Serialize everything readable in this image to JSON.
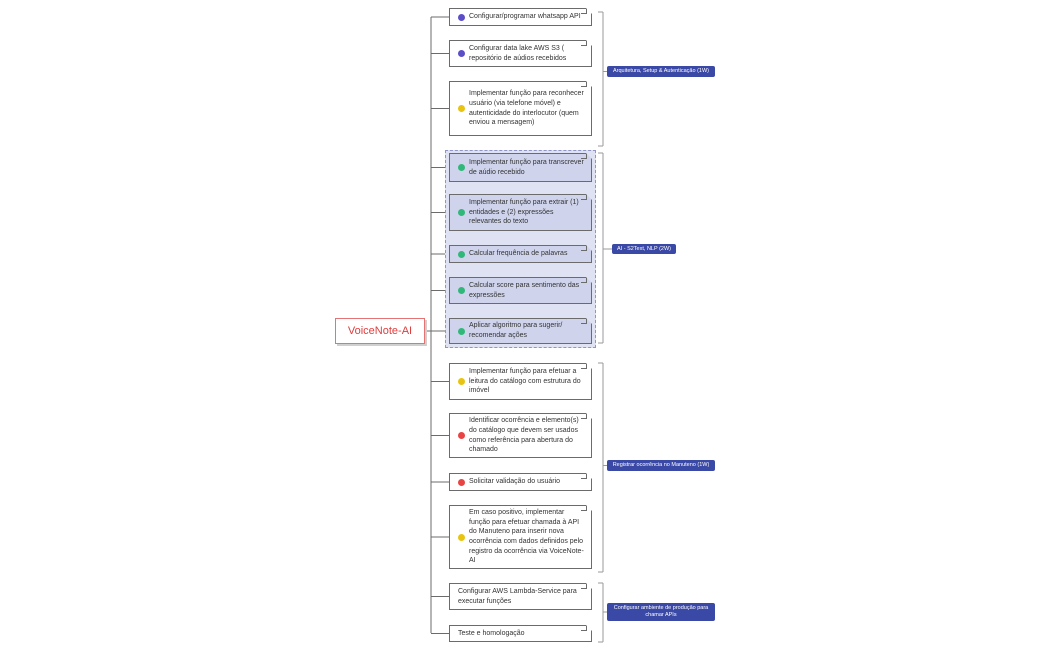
{
  "root": {
    "title": "VoiceNote-AI"
  },
  "colors": {
    "purple": "#5b4ec7",
    "yellow": "#e8c410",
    "green": "#2fb879",
    "red": "#e84444",
    "label_bg": "#3b49a6"
  },
  "groups": [
    {
      "label": "Arquitetura, Setup & Autenticação (1W)",
      "tasks": [
        {
          "text": "Configurar/programar whatsapp API",
          "status": "purple"
        },
        {
          "text": "Configurar data lake AWS S3 ( repositório de aúdios recebidos",
          "status": "purple"
        },
        {
          "text": "Implementar função para reconhecer usuário (via telefone móvel) e autenticidade do interlocutor (quem enviou a mensagem)",
          "status": "yellow"
        }
      ]
    },
    {
      "label": "AI - S2Text, NLP (2W)",
      "tasks": [
        {
          "text": "Implementar função para transcrever de aúdio recebido",
          "status": "green"
        },
        {
          "text": "Implementar função para extrair (1) entidades e (2) expressões relevantes do texto",
          "status": "green"
        },
        {
          "text": "Calcular frequência de palavras",
          "status": "green"
        },
        {
          "text": "Calcular score para sentimento das expressões",
          "status": "green"
        },
        {
          "text": "Aplicar algoritmo para sugerir/ recomendar ações",
          "status": "green"
        }
      ]
    },
    {
      "label": "Registrar ocorrência no Manuteno (1W)",
      "tasks": [
        {
          "text": "Implementar função para efetuar a leitura do catálogo com estrutura do imóvel",
          "status": "yellow"
        },
        {
          "text": "Identificar ocorrência e elemento(s) do catálogo que devem ser usados como referência para abertura do chamado",
          "status": "red"
        },
        {
          "text": "Solicitar validação do usuário",
          "status": "red"
        },
        {
          "text": "Em caso positivo, implementar função para efetuar chamada à API do Manuteno para inserir nova ocorrência com dados definidos pelo registro da ocorrência via VoiceNote-AI",
          "status": "yellow"
        }
      ]
    },
    {
      "label": "Configurar ambiente de produção para chamar APIs",
      "tasks": [
        {
          "text": "Configurar AWS Lambda-Service para executar funções",
          "status": ""
        },
        {
          "text": "Teste e homologação",
          "status": ""
        }
      ]
    }
  ]
}
